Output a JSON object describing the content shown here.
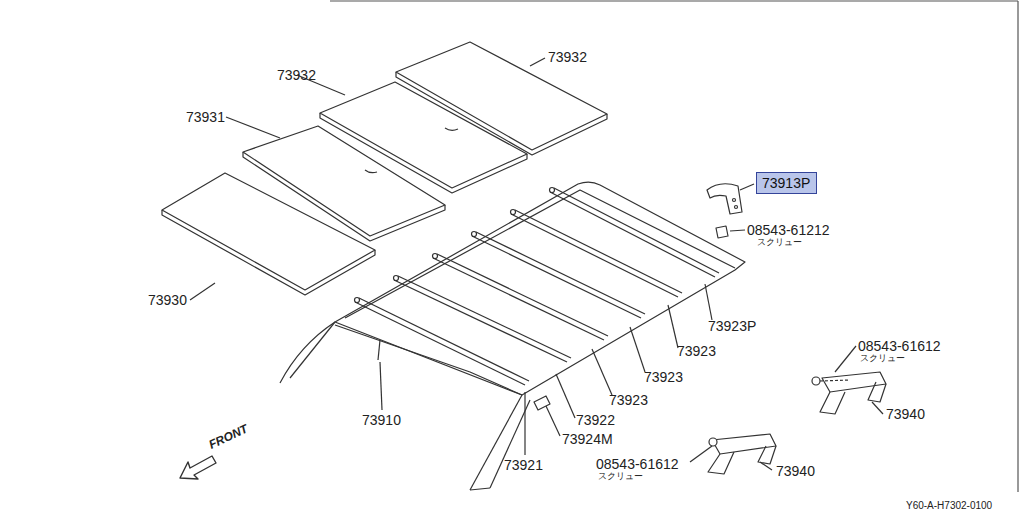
{
  "diagram": {
    "nodes": [
      {
        "text": [
          "73913P"
        ]
      }
    ],
    "labels": [
      "73932",
      "73932",
      "73931",
      "73930",
      "08543-61212",
      "スクリュー",
      "73923P",
      "73923",
      "73923",
      "73923",
      "73922",
      "73924M",
      "73921",
      "73910",
      "08543-61612",
      "スクリュー",
      "73940",
      "08543-61612",
      "スクリュー",
      "73940",
      "FRONT",
      "Y60-A-H7302-0100"
    ]
  }
}
